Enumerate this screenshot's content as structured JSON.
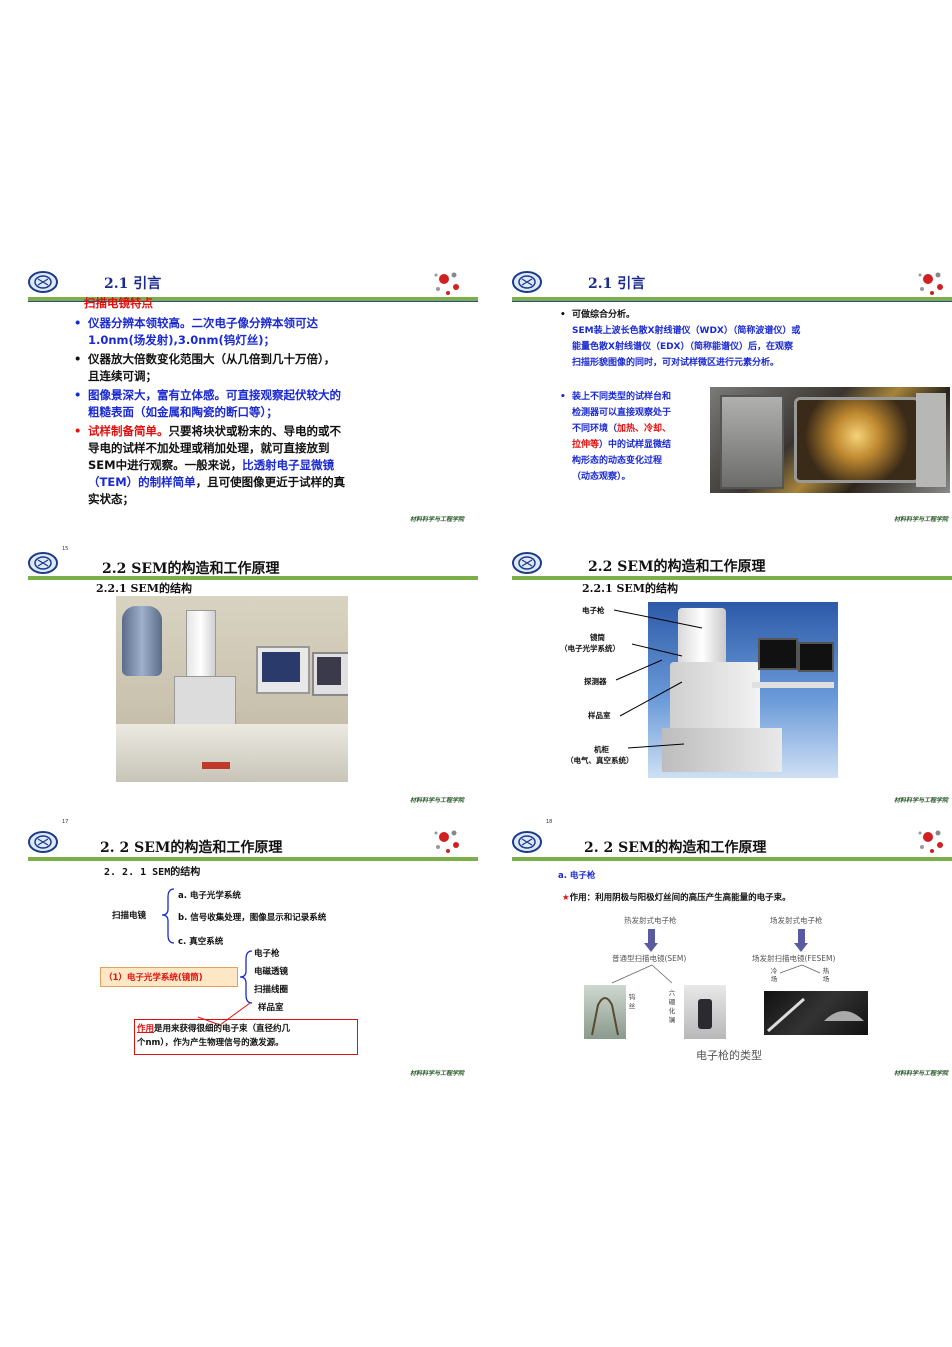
{
  "footer": "材料科学与工程学院",
  "slide1": {
    "title": "2.1 引言",
    "heading": "扫描电镜特点",
    "b1a": "仪器分辨本领较高。二次电子像分辨本领可达",
    "b1b": "1.0nm(场发射),3.0nm(钨灯丝)；",
    "b2a": "仪器放大倍数变化范围大（从几倍到几十万倍），",
    "b2b": "且连续可调；",
    "b3a": "图像景深大，富有立体感。可直接观察起伏较大的",
    "b3b": "粗糙表面（如金属和陶瓷的断口等）；",
    "b4_red": "试样制备简单。",
    "b4a": "只要将块状或粉末的、导电的或不",
    "b4b": "导电的试样不加处理或稍加处理，就可直接放到",
    "b4c_a": "SEM中进行观察。一般来说，",
    "b4c_blue": "比透射电子显微镜",
    "b4d_blue": "（TEM）的制样简单",
    "b4d_b": "，且可使图像更近于试样的真",
    "b4e": "实状态；"
  },
  "slide2": {
    "title": "2.1 引言",
    "b1": "可做综合分析。",
    "b1_l1": "SEM装上波长色散X射线谱仪（WDX）（简称波谱仪）或",
    "b1_l2": "能量色散X射线谱仪（EDX）（简称能谱仪）后，在观察",
    "b1_l3": "扫描形貌图像的同时，可对试样微区进行元素分析。",
    "b2_l1": "装上不同类型的试样台和",
    "b2_l2": "检测器可以直接观察处于",
    "b2_l3a": "不同环境（",
    "b2_l3r": "加热、冷却、",
    "b2_l4r": "拉伸等",
    "b2_l4b": "）中的试样显微结",
    "b2_l5": "构形态的动态变化过程",
    "b2_l6": "（动态观察）。"
  },
  "slide3": {
    "page": "15",
    "title": "2.2 SEM的构造和工作原理",
    "subtitle": "2.2.1 SEM的结构"
  },
  "slide4": {
    "title": "2.2 SEM的构造和工作原理",
    "subtitle": "2.2.1 SEM的结构",
    "labels": [
      "电子枪",
      "镜筒",
      "（电子光学系统）",
      "探测器",
      "样品室",
      "机柜",
      "（电气、真空系统）"
    ]
  },
  "slide5": {
    "page": "17",
    "title": "2. 2 SEM的构造和工作原理",
    "subtitle": "2. 2. 1 SEM的结构",
    "root": "扫描电镜",
    "branches": [
      "a. 电子光学系统",
      "b. 信号收集处理，图像显示和记录系统",
      "c. 真空系统"
    ],
    "box_label": "（1）电子光学系统(镜筒)",
    "parts": [
      "电子枪",
      "电磁透镜",
      "扫描线圈",
      "样品室"
    ],
    "note_red": "作用",
    "note_a": "是用来获得很细的电子束（直径约几",
    "note_b": "个nm），作为产生物理信号的激发源。"
  },
  "slide6": {
    "page": "18",
    "title": "2. 2 SEM的构造和工作原理",
    "subtitle": "a. 电子枪",
    "star_text": "作用：利用阴极与阳极灯丝间的高压产生高能量的电子束。",
    "left_top": "热发射式电子枪",
    "right_top": "场发射式电子枪",
    "left_mid": "普通型扫描电镜(SEM)",
    "right_mid": "场发射扫描电镜(FESEM)",
    "lbl_w": "钨丝",
    "lbl_lab6": "六硼化镧",
    "lbl_cold": "冷场",
    "lbl_hot": "热场",
    "caption": "电子枪的类型"
  }
}
